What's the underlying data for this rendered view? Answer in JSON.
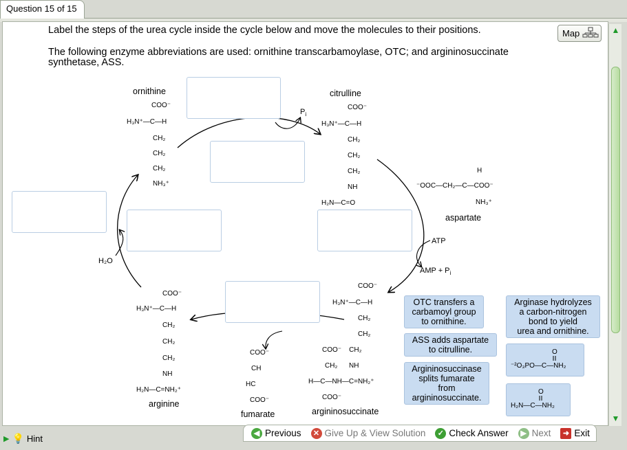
{
  "tab": {
    "label": "Question 15 of 15"
  },
  "instructions": {
    "line1": "Label the steps of the urea cycle inside the cycle below and move the molecules to their positions.",
    "line2a": "The following enzyme abbreviations are used: ornithine transcarbamoylase, OTC; and argininosuccinate",
    "line2b": "synthetase, ASS."
  },
  "map_button": {
    "label": "Map"
  },
  "molecules": {
    "ornithine": "ornithine",
    "citrulline": "citrulline",
    "aspartate": "aspartate",
    "arginine": "arginine",
    "fumarate": "fumarate",
    "argininosuccinate": "argininosuccinate"
  },
  "cycle_labels": {
    "pi": "P",
    "pi_sub": "i",
    "atp": "ATP",
    "amp_pi": "AMP + P",
    "amp_pi_sub": "i",
    "h2o": "H₂O"
  },
  "chips": {
    "otc": [
      "OTC transfers a",
      "carbamoyl group",
      "to ornithine."
    ],
    "ass": [
      "ASS adds aspartate",
      "to citrulline."
    ],
    "argsucc": [
      "Argininosuccinase",
      "splits fumarate",
      "from",
      "argininosuccinate."
    ],
    "arginase": [
      "Arginase hydrolyzes",
      "a carbon-nitrogen",
      "bond to yield",
      "urea and ornithine."
    ]
  },
  "footer": {
    "hint": "Hint",
    "previous": "Previous",
    "give_up": "Give Up & View Solution",
    "check": "Check Answer",
    "next": "Next",
    "exit": "Exit"
  },
  "colors": {
    "chip_bg": "#c9dcf1",
    "dropbox_border": "#b9cde3",
    "accent_green": "#1f9a2a"
  }
}
